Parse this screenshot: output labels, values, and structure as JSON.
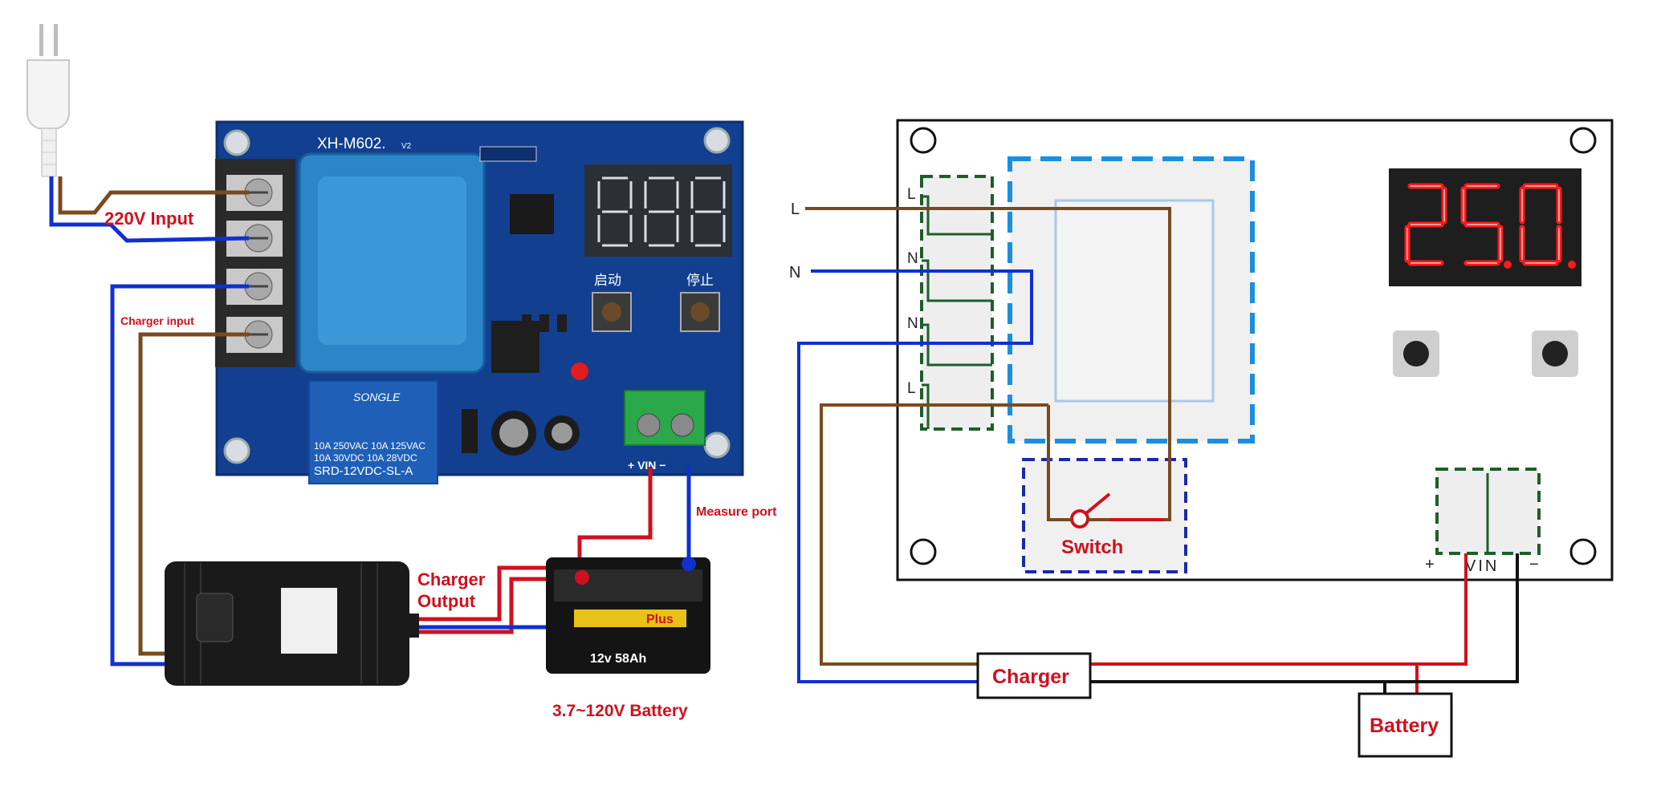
{
  "left": {
    "board_model": "XH-M602.",
    "board_version": "V2",
    "label_220v": "220V Input",
    "label_charger_input": "Charger input",
    "label_measure_port": "Measure port",
    "label_charger_output_1": "Charger",
    "label_charger_output_2": "Output",
    "label_battery": "3.7~120V Battery",
    "btn_start": "启动",
    "btn_stop": "停止",
    "relay_brand": "SONGLE",
    "relay_line1": "10A 250VAC 10A 125VAC",
    "relay_line2": "10A 30VDC 10A 28VDC",
    "relay_model": "SRD-12VDC-SL-A",
    "terminal_label": "+ VIN −",
    "battery_spec": "12v 58Ah",
    "battery_brand": "Plus"
  },
  "right": {
    "wire_L": "L",
    "wire_N": "N",
    "term_L1": "L",
    "term_N1": "N",
    "term_N2": "N",
    "term_L2": "L",
    "display_value": "25.0",
    "switch_label": "Switch",
    "plus": "+",
    "vin": "VIN",
    "minus": "−",
    "charger_box": "Charger",
    "battery_box": "Battery"
  },
  "colors": {
    "brown": "#7a4a1e",
    "blue": "#1030d0",
    "red": "#d0101e",
    "black": "#111111",
    "pcb": "#123f8f",
    "dashed_green": "#1d5e2a",
    "dashed_blue": "#1a8fe0"
  }
}
